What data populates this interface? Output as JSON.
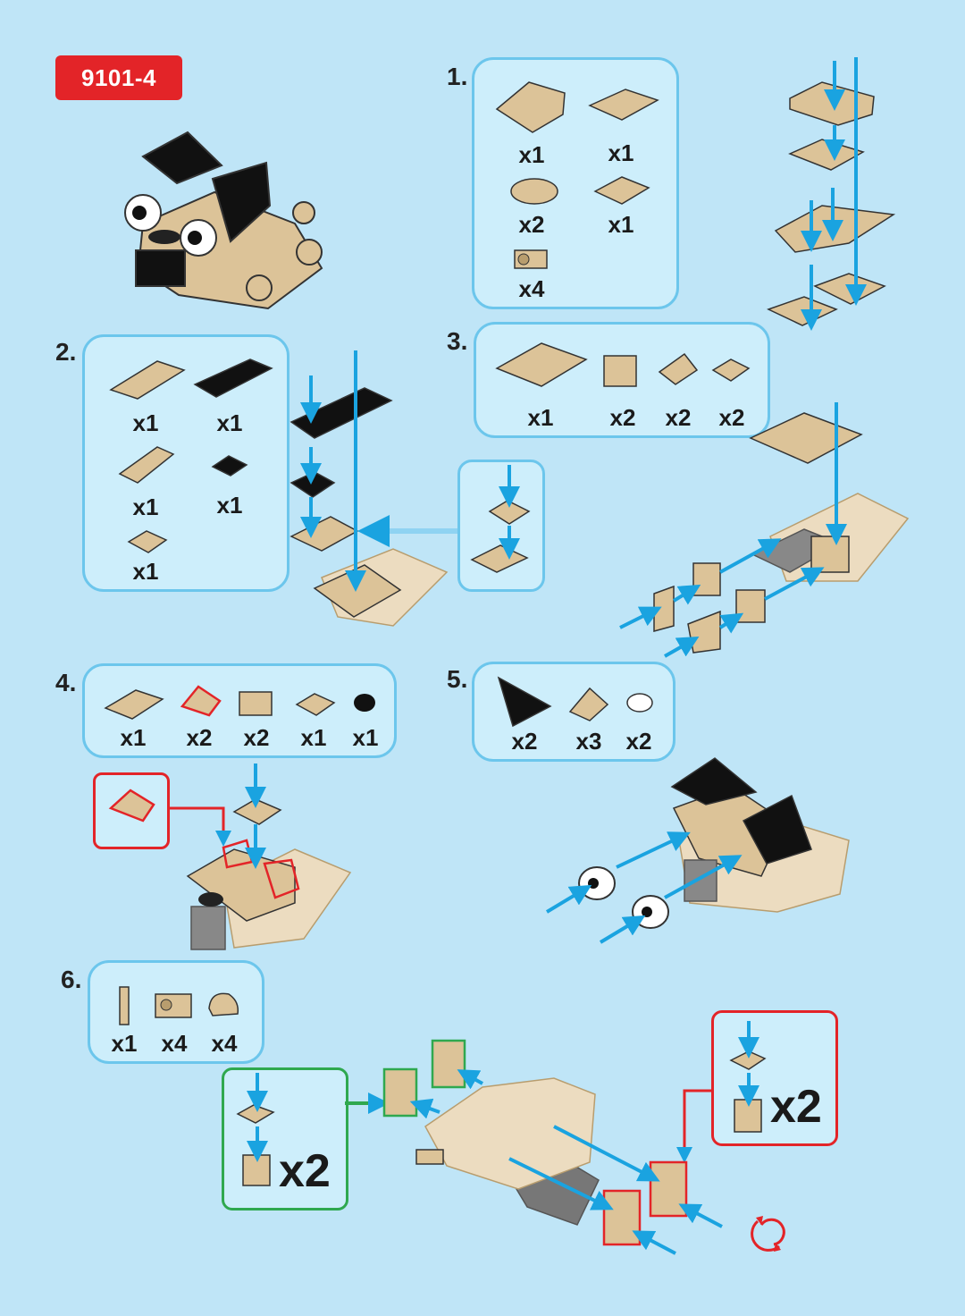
{
  "set_number": "9101-4",
  "colors": {
    "background": "#bfe5f7",
    "tan": "#dcc398",
    "tan_dark": "#b89d6e",
    "black": "#111111",
    "arrow": "#1aa3e0",
    "callout_red": "#e32428",
    "callout_green": "#2fa84f",
    "panel_border": "#6cc6ec"
  },
  "steps": [
    {
      "number": "1.",
      "parts": [
        {
          "name": "curved-slope-brick",
          "qty": "x1"
        },
        {
          "name": "plate-with-clips",
          "qty": "x1"
        },
        {
          "name": "rounded-plate-1x2",
          "qty": "x2"
        },
        {
          "name": "plate-1x2",
          "qty": "x1"
        },
        {
          "name": "brick-with-stud-side",
          "qty": "x4"
        }
      ]
    },
    {
      "number": "2.",
      "parts": [
        {
          "name": "tan-plate-1x3",
          "qty": "x1"
        },
        {
          "name": "black-plate-1x4",
          "qty": "x1"
        },
        {
          "name": "tan-offset-plate",
          "qty": "x1"
        },
        {
          "name": "black-plate-1x1",
          "qty": "x1"
        },
        {
          "name": "tan-plate-1x1",
          "qty": "x1"
        }
      ]
    },
    {
      "number": "3.",
      "parts": [
        {
          "name": "plate-2x3",
          "qty": "x1"
        },
        {
          "name": "bracket-1x1",
          "qty": "x2"
        },
        {
          "name": "slope-1x1",
          "qty": "x2"
        },
        {
          "name": "tile-1x1",
          "qty": "x2"
        }
      ]
    },
    {
      "number": "4.",
      "parts": [
        {
          "name": "plate-1x2",
          "qty": "x1"
        },
        {
          "name": "offset-plate-red-highlight",
          "qty": "x2"
        },
        {
          "name": "brick-with-stud-side",
          "qty": "x2"
        },
        {
          "name": "tile-1x1",
          "qty": "x1"
        },
        {
          "name": "black-round-plate",
          "qty": "x1"
        }
      ]
    },
    {
      "number": "5.",
      "parts": [
        {
          "name": "black-wedge",
          "qty": "x2"
        },
        {
          "name": "tan-slope",
          "qty": "x3"
        },
        {
          "name": "eye-tile",
          "qty": "x2"
        }
      ]
    },
    {
      "number": "6.",
      "parts": [
        {
          "name": "bar-with-clip",
          "qty": "x1"
        },
        {
          "name": "brick-with-stud-side",
          "qty": "x4"
        },
        {
          "name": "quarter-round-tile",
          "qty": "x4"
        }
      ]
    }
  ],
  "callouts": {
    "green_multiplier": "x2",
    "red_multiplier": "x2"
  },
  "icons": {
    "rotate": "rotate-icon"
  }
}
